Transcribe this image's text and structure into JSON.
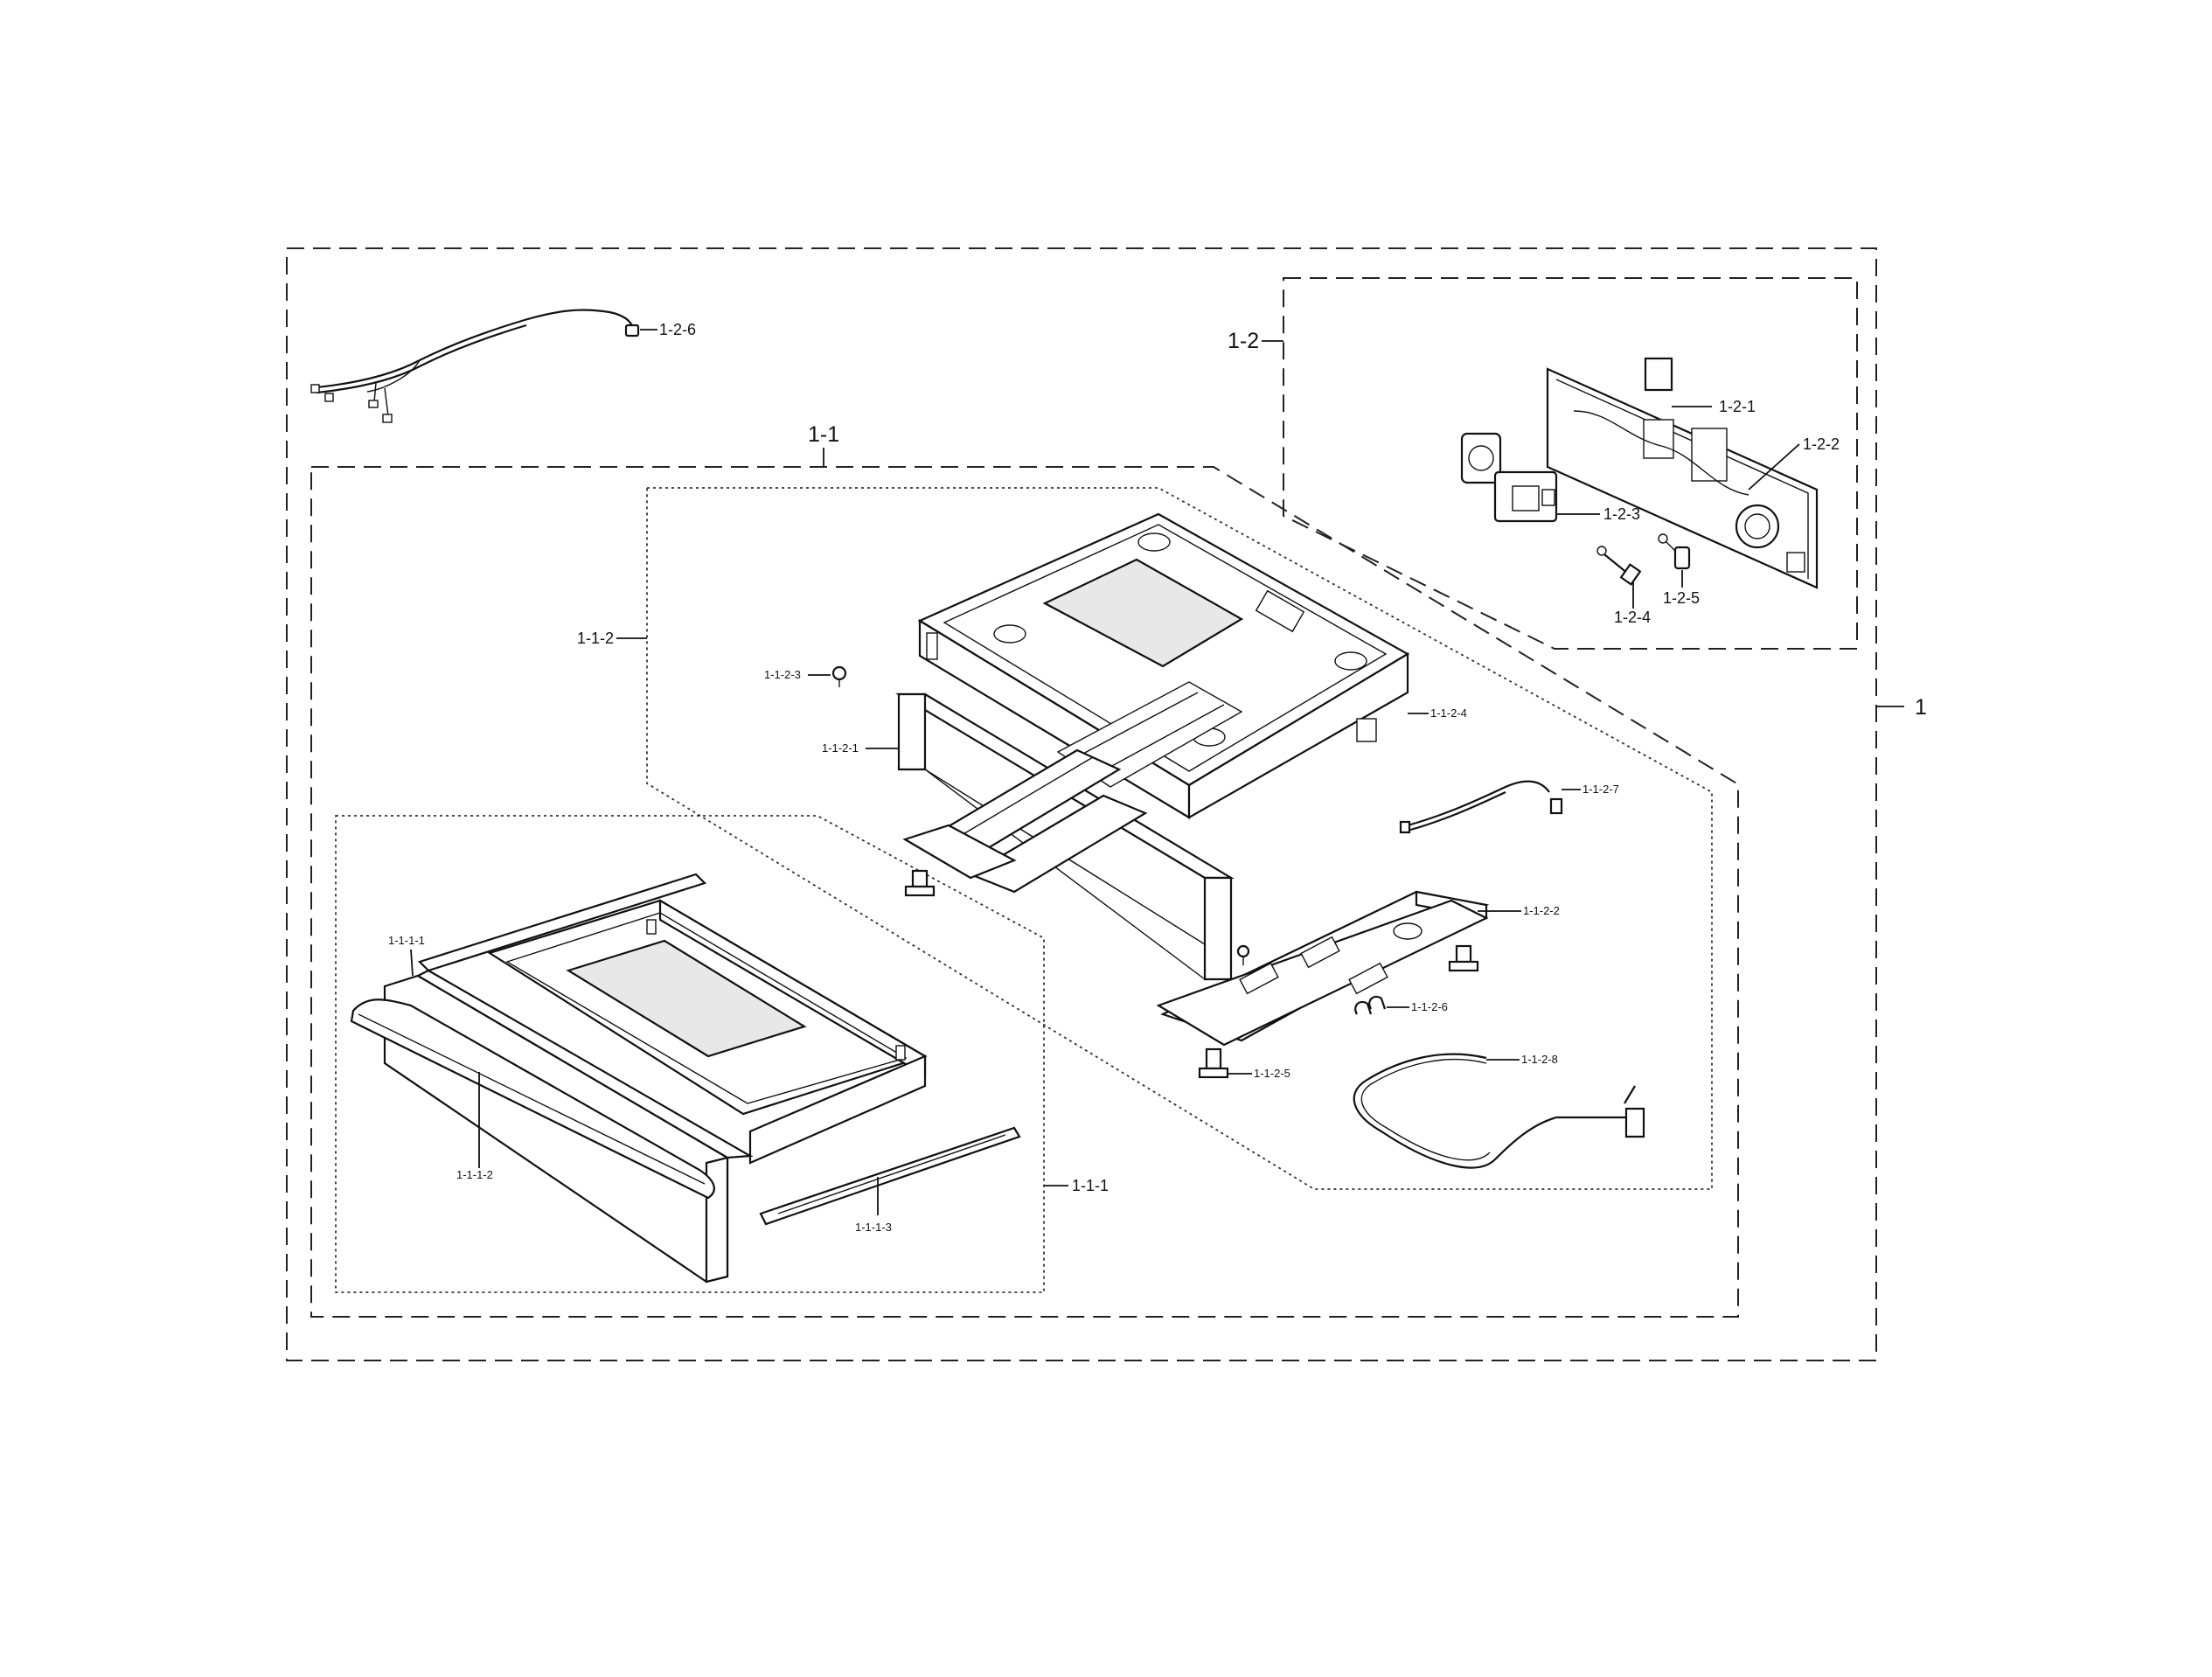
{
  "labels": {
    "assy_1": "1",
    "assy_1_1": "1-1",
    "assy_1_2": "1-2",
    "assy_1_1_1": "1-1-1",
    "assy_1_1_2": "1-1-2",
    "p_1_2_1": "1-2-1",
    "p_1_2_2": "1-2-2",
    "p_1_2_3": "1-2-3",
    "p_1_2_4": "1-2-4",
    "p_1_2_5": "1-2-5",
    "p_1_2_6": "1-2-6",
    "p_1_1_1_1": "1-1-1-1",
    "p_1_1_1_2": "1-1-1-2",
    "p_1_1_1_3": "1-1-1-3",
    "p_1_1_2_1": "1-1-2-1",
    "p_1_1_2_2": "1-1-2-2",
    "p_1_1_2_3": "1-1-2-3",
    "p_1_1_2_4": "1-1-2-4",
    "p_1_1_2_5": "1-1-2-5",
    "p_1_1_2_6": "1-1-2-6",
    "p_1_1_2_7": "1-1-2-7",
    "p_1_1_2_8": "1-1-2-8"
  }
}
